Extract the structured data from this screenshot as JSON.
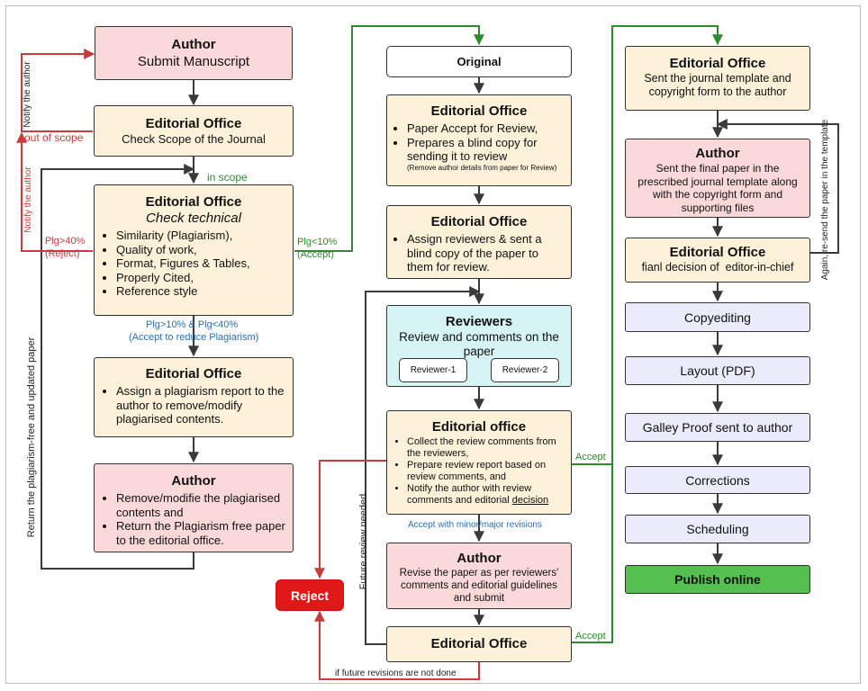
{
  "col1": {
    "author_submit": {
      "title": "Author",
      "text": "Submit Manuscript"
    },
    "eo_scope": {
      "title": "Editorial Office",
      "text": "Check Scope of the Journal"
    },
    "eo_technical": {
      "title": "Editorial Office",
      "subtitle": "Check technical",
      "items": [
        "Similarity (Plagiarism),",
        "Quality of work,",
        "Format, Figures & Tables,",
        "Properly Cited,",
        "Reference style"
      ]
    },
    "eo_plag_report": {
      "title": "Editorial Office",
      "items": [
        "Assign a plagiarism report to the author to remove/modify plagiarised contents."
      ]
    },
    "author_remove": {
      "title": "Author",
      "items": [
        "Remove/modifie the plagiarised contents and",
        "Return the Plagiarism free paper to the editorial office."
      ]
    }
  },
  "col2": {
    "original": {
      "text": "Original"
    },
    "eo_accept": {
      "title": "Editorial Office",
      "items": [
        "Paper Accept for Review,",
        "Prepares a blind copy for sending it to review"
      ],
      "note": "(Remove author details from paper for Review)"
    },
    "eo_assign": {
      "title": "Editorial Office",
      "items": [
        "Assign reviewers & sent a blind copy of the paper to them for review."
      ]
    },
    "reviewers": {
      "title": "Reviewers",
      "text": "Review and comments on the paper",
      "reviewer1": "Reviewer-1",
      "reviewer2": "Reviewer-2"
    },
    "eo_collect": {
      "title": "Editorial office",
      "items": [
        "Collect the review comments from the reviewers,",
        "Prepare review report based on review comments, and",
        "Notify the author with review comments and editorial "
      ],
      "decision": "decision"
    },
    "author_revise": {
      "title": "Author",
      "text": "Revise the paper as per reviewers' comments and editorial guidelines and submit"
    },
    "eo_final": {
      "title": "Editorial Office"
    },
    "reject": {
      "text": "Reject"
    }
  },
  "col3": {
    "eo_template": {
      "title": "Editorial Office",
      "text": "Sent the journal template and copyright form to the author"
    },
    "author_final": {
      "title": "Author",
      "text": "Sent the final paper in the prescribed journal template along with the copyright form and supporting files"
    },
    "eo_decision": {
      "title": "Editorial Office",
      "text": "fianl decision of  editor-in-chief"
    },
    "steps": {
      "copyediting": "Copyediting",
      "layout": "Layout (PDF)",
      "galley": "Galley Proof sent to author",
      "corrections": "Corrections",
      "scheduling": "Scheduling",
      "publish": "Publish online"
    }
  },
  "labels": {
    "notify_author_top": "Notify the author",
    "out_of_scope": "out of scope",
    "in_scope": "in scope",
    "notify_author_mid": "Notify the author",
    "plg40_a": "Plg>40%",
    "plg40_b": "(Reject)",
    "plg10_a": "Plg<10%",
    "plg10_b": "(Accept)",
    "plg_range_a": "Plg>10% & Plg<40%",
    "plg_range_b": "(Accept to reduce Plagiarism)",
    "return_paper": "Return the plagiarism-free and updated paper",
    "future_review": "Future review needed",
    "accept_minor_major": "Accept with minor/major revisions",
    "accept1": "Accept",
    "accept2": "Accept",
    "not_done": "if future revisions are not done",
    "again_resend": "Again, re-send the paper in the template"
  },
  "colors": {
    "dark": "#3a3a3a",
    "red_line": "#c83c3c",
    "green_line": "#2e8b2e",
    "blue_text": "#2a6fb5"
  }
}
